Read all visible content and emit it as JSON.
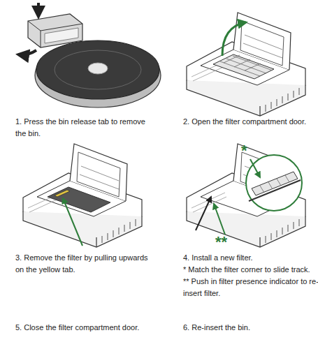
{
  "diagram": {
    "labels": [
      "1. Press the bin release tab to remove the bin.",
      "2. Open the filter compartment door.",
      "3. Remove the filter by pulling upwards on the yellow tab.",
      "4. Install a new filter.",
      "* Match the filter corner to slide track.",
      "** Push in filter presence indicator to re-insert filter.",
      "5. Close the filter compartment door.",
      "6. Re-insert the bin.",
      "*",
      "**"
    ]
  }
}
